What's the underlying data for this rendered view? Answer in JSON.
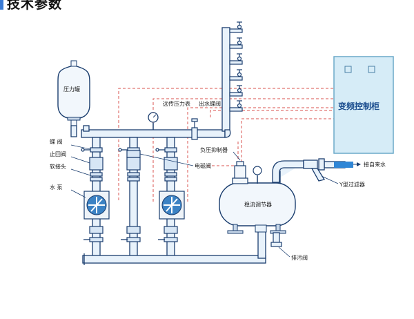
{
  "page_title": "技术参数",
  "labels": {
    "pressure_tank": "压力罐",
    "remote_gauge": "远传压力表",
    "outlet_valve": "出水蝶阀",
    "control_cabinet": "变频控制柜",
    "negative_pressure": "负压抑制器",
    "solenoid_valve": "电磁阀",
    "stabilizer": "稳流调节器",
    "y_filter": "Y型过滤器",
    "city_water": "接自来水",
    "drain_valve": "排污阀",
    "butterfly_valve": "蝶  阀",
    "check_valve": "止回阀",
    "soft_joint": "软接头",
    "pump": "水  泵"
  },
  "colors": {
    "pipe_fill": "#e8f2fb",
    "pipe_stroke": "#1a3d6e",
    "cabinet_fill": "#d6ecf7",
    "cabinet_stroke": "#6aa9c9",
    "signal_line": "#d9534f",
    "water_accent": "#2f86d6"
  }
}
